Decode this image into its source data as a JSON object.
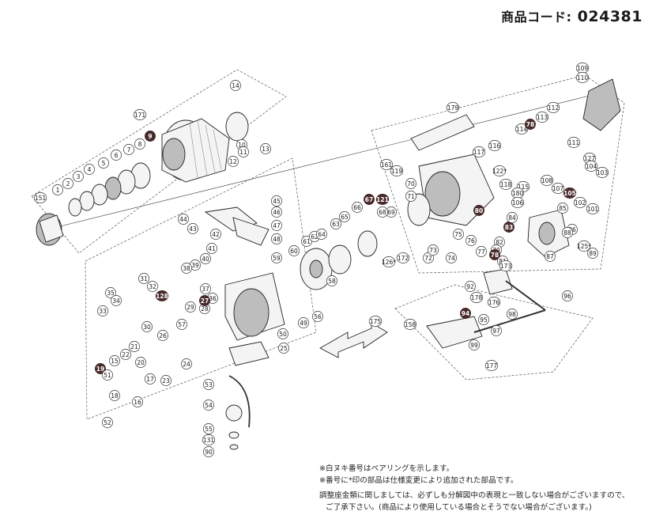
{
  "header": {
    "product_code_label": "商品コード:",
    "product_code": "024381"
  },
  "notes": [
    "※白ヌキ番号はベアリングを示します。",
    "※番号に*印の部品は仕様変更により追加された部品です。",
    "調整座金類に関しましては、必ずしも分解図中の表現と一致しない場合がございますので、",
    "ご了承下さい。(商品により使用している場合とそうでない場合がございます。)"
  ],
  "parts": [
    {
      "label": "109",
      "bearing": false
    },
    {
      "label": "110",
      "bearing": false
    },
    {
      "label": "111",
      "bearing": false
    },
    {
      "label": "112",
      "bearing": false
    },
    {
      "label": "113",
      "bearing": false
    },
    {
      "label": "114",
      "bearing": false
    },
    {
      "label": "78",
      "bearing": true
    },
    {
      "label": "179",
      "bearing": false
    },
    {
      "label": "117",
      "bearing": false
    },
    {
      "label": "116",
      "bearing": false
    },
    {
      "label": "115",
      "bearing": false
    },
    {
      "label": "118",
      "bearing": false
    },
    {
      "label": "161",
      "bearing": false
    },
    {
      "label": "119",
      "bearing": false
    },
    {
      "label": "122*",
      "bearing": false
    },
    {
      "label": "127",
      "bearing": false
    },
    {
      "label": "104",
      "bearing": false
    },
    {
      "label": "103",
      "bearing": false
    },
    {
      "label": "108",
      "bearing": false
    },
    {
      "label": "107",
      "bearing": false
    },
    {
      "label": "105",
      "bearing": true
    },
    {
      "label": "180",
      "bearing": false
    },
    {
      "label": "106",
      "bearing": false
    },
    {
      "label": "102",
      "bearing": false
    },
    {
      "label": "101",
      "bearing": false
    },
    {
      "label": "70",
      "bearing": false
    },
    {
      "label": "71",
      "bearing": false
    },
    {
      "label": "121",
      "bearing": true
    },
    {
      "label": "69",
      "bearing": false
    },
    {
      "label": "67",
      "bearing": true
    },
    {
      "label": "66",
      "bearing": false
    },
    {
      "label": "65",
      "bearing": false
    },
    {
      "label": "63",
      "bearing": false
    },
    {
      "label": "80",
      "bearing": true
    },
    {
      "label": "83",
      "bearing": true
    },
    {
      "label": "84",
      "bearing": false
    },
    {
      "label": "85",
      "bearing": false
    },
    {
      "label": "86",
      "bearing": false
    },
    {
      "label": "88",
      "bearing": false
    },
    {
      "label": "125*",
      "bearing": false
    },
    {
      "label": "89",
      "bearing": false
    },
    {
      "label": "87",
      "bearing": false
    },
    {
      "label": "75",
      "bearing": false
    },
    {
      "label": "76",
      "bearing": false
    },
    {
      "label": "77",
      "bearing": false
    },
    {
      "label": "82",
      "bearing": false
    },
    {
      "label": "79",
      "bearing": false
    },
    {
      "label": "78",
      "bearing": true
    },
    {
      "label": "81",
      "bearing": false
    },
    {
      "label": "72",
      "bearing": false
    },
    {
      "label": "73",
      "bearing": false
    },
    {
      "label": "74",
      "bearing": false
    },
    {
      "label": "126*",
      "bearing": false
    },
    {
      "label": "172",
      "bearing": false
    },
    {
      "label": "68",
      "bearing": false
    },
    {
      "label": "173",
      "bearing": false
    },
    {
      "label": "171",
      "bearing": false
    },
    {
      "label": "9",
      "bearing": true
    },
    {
      "label": "14",
      "bearing": false
    },
    {
      "label": "10",
      "bearing": false
    },
    {
      "label": "11",
      "bearing": false
    },
    {
      "label": "12",
      "bearing": false
    },
    {
      "label": "13",
      "bearing": false
    },
    {
      "label": "8",
      "bearing": false
    },
    {
      "label": "7",
      "bearing": false
    },
    {
      "label": "6",
      "bearing": false
    },
    {
      "label": "5",
      "bearing": false
    },
    {
      "label": "4",
      "bearing": false
    },
    {
      "label": "3",
      "bearing": false
    },
    {
      "label": "2",
      "bearing": false
    },
    {
      "label": "1",
      "bearing": false
    },
    {
      "label": "151",
      "bearing": false
    },
    {
      "label": "45",
      "bearing": false
    },
    {
      "label": "46",
      "bearing": false
    },
    {
      "label": "47",
      "bearing": false
    },
    {
      "label": "48",
      "bearing": false
    },
    {
      "label": "44",
      "bearing": false
    },
    {
      "label": "43",
      "bearing": false
    },
    {
      "label": "42",
      "bearing": false
    },
    {
      "label": "41",
      "bearing": false
    },
    {
      "label": "40",
      "bearing": false
    },
    {
      "label": "39",
      "bearing": false
    },
    {
      "label": "38",
      "bearing": false
    },
    {
      "label": "37",
      "bearing": false
    },
    {
      "label": "36",
      "bearing": false
    },
    {
      "label": "31",
      "bearing": false
    },
    {
      "label": "32",
      "bearing": false
    },
    {
      "label": "35",
      "bearing": false
    },
    {
      "label": "34",
      "bearing": false
    },
    {
      "label": "128",
      "bearing": true
    },
    {
      "label": "33",
      "bearing": false
    },
    {
      "label": "30",
      "bearing": false
    },
    {
      "label": "29",
      "bearing": false
    },
    {
      "label": "28",
      "bearing": false
    },
    {
      "label": "27",
      "bearing": true
    },
    {
      "label": "57",
      "bearing": false
    },
    {
      "label": "59",
      "bearing": false
    },
    {
      "label": "60",
      "bearing": false
    },
    {
      "label": "61",
      "bearing": false
    },
    {
      "label": "62",
      "bearing": false
    },
    {
      "label": "64",
      "bearing": false
    },
    {
      "label": "58",
      "bearing": false
    },
    {
      "label": "56",
      "bearing": false
    },
    {
      "label": "49",
      "bearing": false
    },
    {
      "label": "50",
      "bearing": false
    },
    {
      "label": "25",
      "bearing": false
    },
    {
      "label": "26",
      "bearing": false
    },
    {
      "label": "24",
      "bearing": false
    },
    {
      "label": "23",
      "bearing": false
    },
    {
      "label": "22",
      "bearing": false
    },
    {
      "label": "21",
      "bearing": false
    },
    {
      "label": "20",
      "bearing": false
    },
    {
      "label": "19",
      "bearing": true
    },
    {
      "label": "18",
      "bearing": false
    },
    {
      "label": "17",
      "bearing": false
    },
    {
      "label": "16",
      "bearing": false
    },
    {
      "label": "15",
      "bearing": false
    },
    {
      "label": "51",
      "bearing": false
    },
    {
      "label": "52",
      "bearing": false
    },
    {
      "label": "53",
      "bearing": false
    },
    {
      "label": "54",
      "bearing": false
    },
    {
      "label": "55",
      "bearing": false
    },
    {
      "label": "131",
      "bearing": false
    },
    {
      "label": "90",
      "bearing": false
    },
    {
      "label": "175",
      "bearing": false
    },
    {
      "label": "92",
      "bearing": false
    },
    {
      "label": "178",
      "bearing": false
    },
    {
      "label": "176",
      "bearing": false
    },
    {
      "label": "96",
      "bearing": false
    },
    {
      "label": "94",
      "bearing": true
    },
    {
      "label": "95",
      "bearing": false
    },
    {
      "label": "158",
      "bearing": false
    },
    {
      "label": "97",
      "bearing": false
    },
    {
      "label": "98",
      "bearing": false
    },
    {
      "label": "99",
      "bearing": false
    },
    {
      "label": "177",
      "bearing": false
    }
  ]
}
